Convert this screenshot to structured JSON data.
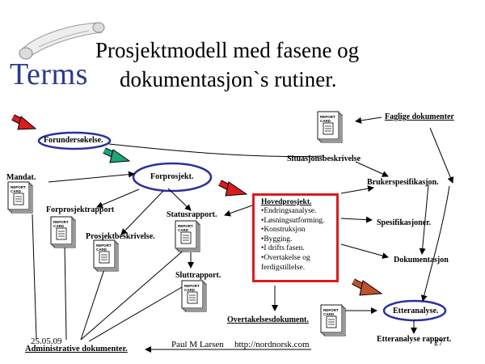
{
  "header": {
    "logo_text": "Terms",
    "title_line1": "Prosjektmodell med fasene og",
    "title_line2": "dokumentasjon`s rutiner."
  },
  "labels": {
    "faglige": "Faglige dokumenter",
    "forundersokelse": "Forundersøkelse.",
    "situasjon": "Situasjonsbeskrivelse",
    "mandat": "Mandat.",
    "forprosjekt": "Forprosjekt.",
    "brukerspes": "Brukerspesifikasjon.",
    "forprosjektrapport": "Forprosjektrapport",
    "statusrapport": "Statusrapport.",
    "spesifikasjoner": "Spesifikasjoner.",
    "prosjektbeskrivelse": "Prosjektbeskrivelse.",
    "dokumentasjon": "Dokumentasjon",
    "sluttrapport": "Sluttrapport.",
    "etteranalyse": "Etteranalyse.",
    "overtakelsesdokument": "Overtakelsesdokument.",
    "etteranalyse_rapport": "Etteranalyse rapport.",
    "administrative": "Administrative dokumenter."
  },
  "hovedprosjekt": {
    "title": "Hovedprosjekt.",
    "items": [
      "•Endringsanalyse.",
      "•Løsningsutforming.",
      "•Konstruksjon",
      "•Bygging.",
      "•I drifts fasen.",
      "•Overtakelse og",
      "ferdigstillelse."
    ]
  },
  "doc_icon": {
    "line1": "REPORT",
    "line2": "CARD"
  },
  "footer": {
    "date": "25.05.09",
    "author": "Paul M Larsen",
    "url": "http://nordnorsk.com",
    "page": "27"
  },
  "colors": {
    "ellipse": "#2b2f9e",
    "red_arrow": "#d91d1d",
    "green_arrow": "#1ea37b",
    "brown_arrow": "#c0502a",
    "box_border": "#d91d1d",
    "terms": "#2a3a8c"
  },
  "icons": [
    "scroll-icon",
    "report-card-icon"
  ]
}
